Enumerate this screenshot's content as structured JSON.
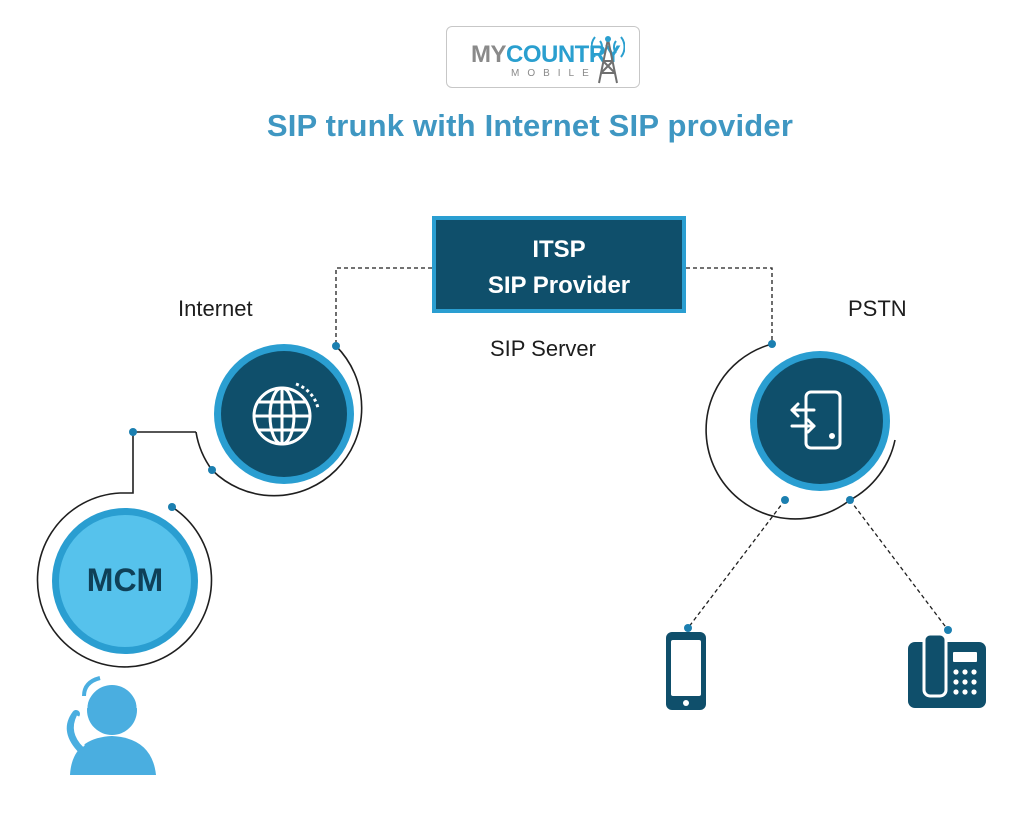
{
  "logo": {
    "word_my": "MY",
    "word_country": "COUNTRY",
    "word_mobile": "MOBILE"
  },
  "title": "SIP trunk with Internet SIP provider",
  "nodes": {
    "itsp": {
      "line1": "ITSP",
      "line2": "SIP Provider"
    },
    "internet_label": "Internet",
    "sip_server_label": "SIP Server",
    "pstn_label": "PSTN",
    "mcm_label": "MCM"
  },
  "icons": {
    "internet": "globe-icon",
    "pstn": "gateway-exchange-icon",
    "user": "user-headset-icon",
    "mobile": "mobile-phone-icon",
    "desk_phone": "desk-phone-icon"
  },
  "colors": {
    "title": "#3f97c2",
    "dark_teal": "#0f4f6b",
    "accent_blue": "#2a9ed1",
    "light_blue": "#4fbde8",
    "connector": "#1f1f1f"
  }
}
